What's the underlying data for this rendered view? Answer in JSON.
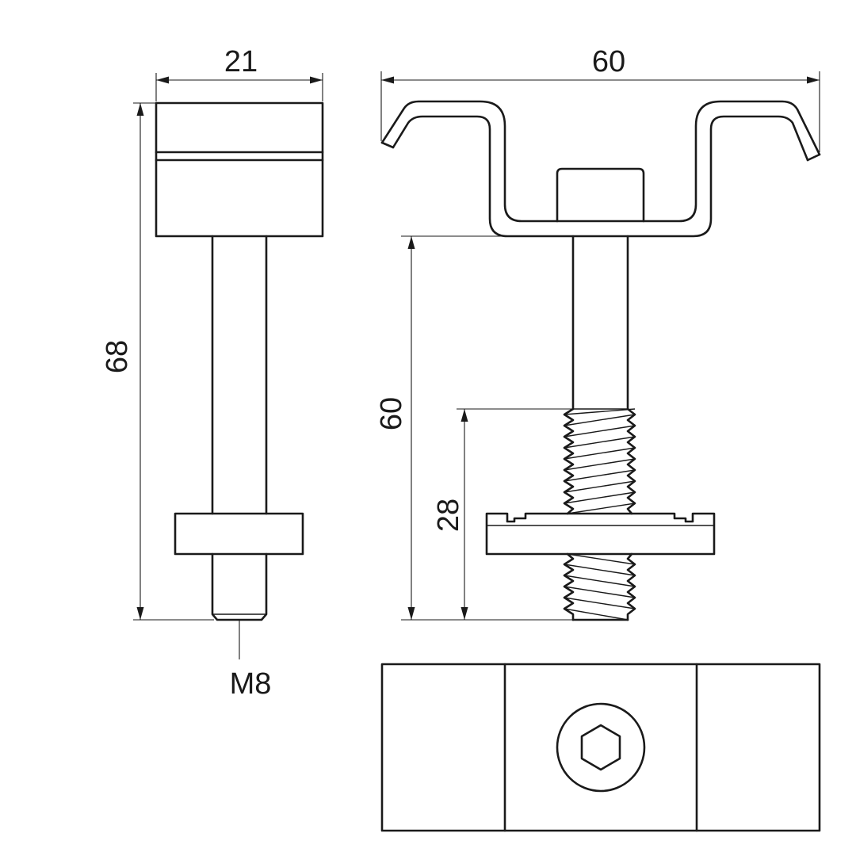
{
  "dimensions": {
    "side_width": "21",
    "side_height": "68",
    "thread": "M8",
    "clamp_width": "60",
    "bolt_length": "60",
    "thread_length": "28"
  },
  "colors": {
    "line": "#1a1a1a",
    "background": "#ffffff"
  }
}
